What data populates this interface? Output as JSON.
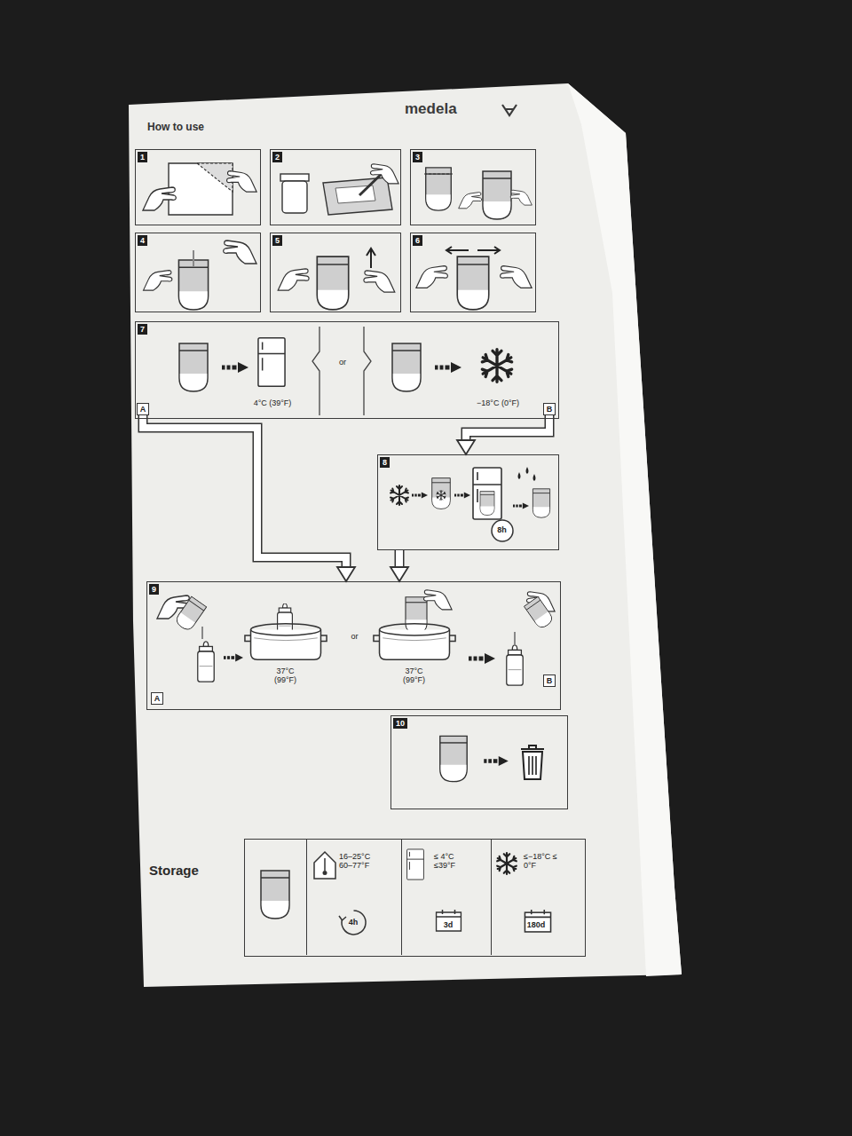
{
  "diagram": {
    "title": "How to use",
    "nodes": [
      {
        "text": [
          "1"
        ]
      },
      {
        "text": [
          "2"
        ]
      },
      {
        "text": [
          "3"
        ]
      },
      {
        "text": [
          "4"
        ]
      },
      {
        "text": [
          "5"
        ]
      },
      {
        "text": [
          "6"
        ]
      },
      {
        "text": [
          "7",
          "4°C (39°F)",
          "or",
          "−18°C (0°F)"
        ]
      },
      {
        "text": [
          "A"
        ],
        "in": 6
      },
      {
        "text": [
          "B"
        ],
        "in": 6
      },
      {
        "text": [
          "8",
          "8h"
        ]
      },
      {
        "text": [
          "9",
          "37°C (99°F)",
          "or",
          "37°C (99°F)"
        ]
      },
      {
        "text": [
          "A"
        ],
        "in": 10
      },
      {
        "text": [
          "B"
        ],
        "in": 10
      },
      {
        "text": [
          "10"
        ]
      },
      {
        "text": [
          "Storage"
        ]
      },
      {
        "text": [
          "16–25°C 60–77°F",
          "4h"
        ],
        "in": 14
      },
      {
        "text": [
          "≤ 4°C ≤39°F",
          "3d"
        ],
        "in": 14
      },
      {
        "text": [
          "≤−18°C ≤ 0°F",
          "180d"
        ],
        "in": 14
      }
    ],
    "edges": [
      {
        "from": 7,
        "to": 10,
        "arrow": "to"
      },
      {
        "from": 8,
        "to": 9,
        "arrow": "to"
      },
      {
        "from": 9,
        "to": 10,
        "arrow": "to"
      }
    ],
    "labels": [
      "medela"
    ]
  }
}
